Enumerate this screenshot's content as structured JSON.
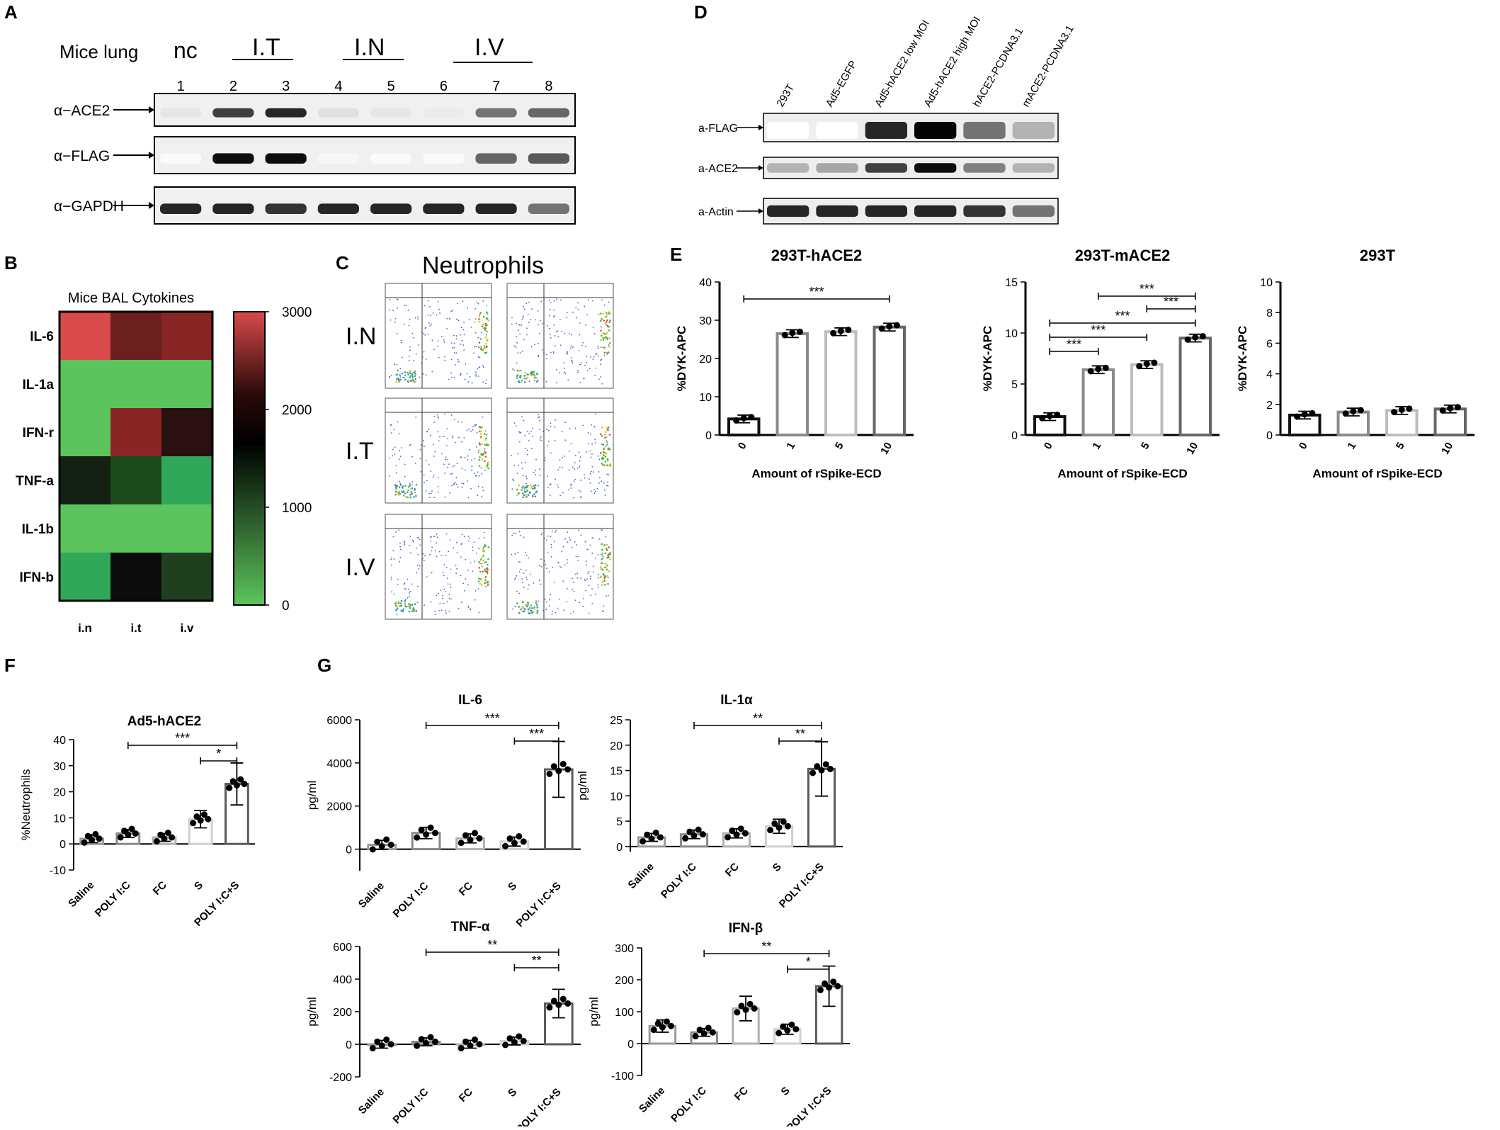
{
  "panel_letters": {
    "A": "A",
    "B": "B",
    "C": "C",
    "D": "D",
    "E": "E",
    "F": "F",
    "G": "G"
  },
  "panelA": {
    "row_title": "Mice lung",
    "groups": [
      "nc",
      "I.T",
      "I.N",
      "I.V"
    ],
    "lanes": [
      "1",
      "2",
      "3",
      "4",
      "5",
      "6",
      "7",
      "8"
    ],
    "blots": [
      "α−ACE2",
      "α−FLAG",
      "α−GAPDH"
    ],
    "band_intensity": {
      "ACE2": [
        0.1,
        0.75,
        0.85,
        0.12,
        0.1,
        0.08,
        0.55,
        0.6
      ],
      "FLAG": [
        0.02,
        0.95,
        0.95,
        0.03,
        0.02,
        0.02,
        0.6,
        0.65
      ],
      "GAPDH": [
        0.85,
        0.85,
        0.8,
        0.85,
        0.85,
        0.85,
        0.85,
        0.55
      ]
    }
  },
  "panelB": {
    "title": "Mice BAL Cytokines",
    "rows": [
      "IL-6",
      "IL-1a",
      "IFN-r",
      "TNF-a",
      "IL-1b",
      "IFN-b"
    ],
    "cols": [
      "i.n",
      "i.t",
      "i.v"
    ],
    "scale_ticks": [
      "3000",
      "2000",
      "1000",
      "0"
    ],
    "colors": [
      [
        "#d94a4a",
        "#6b1f1f",
        "#8a2525"
      ],
      [
        "#5cc45c",
        "#5cc45c",
        "#5cc45c"
      ],
      [
        "#5cc45c",
        "#8a2525",
        "#2a1010"
      ],
      [
        "#132013",
        "#1d4a1d",
        "#2fa85a"
      ],
      [
        "#5cc45c",
        "#5cc45c",
        "#5cc45c"
      ],
      [
        "#2fa85a",
        "#0c0c0c",
        "#1f3f1f"
      ]
    ]
  },
  "panelC": {
    "title": "Neutrophils",
    "rows": [
      "I.N",
      "I.T",
      "I.V"
    ]
  },
  "panelD": {
    "lanes": [
      "293T",
      "Ad5-EGFP",
      "Ad5-hACE2 low MOI",
      "Ad5-hACE2 high MOI",
      "hACE2-PCDNA3.1",
      "mACE2-PCDNA3.1"
    ],
    "blots": [
      "a-FLAG",
      "a-ACE2",
      "a-Actin"
    ],
    "band_intensity": {
      "FLAG": [
        0.0,
        0.0,
        0.85,
        0.98,
        0.55,
        0.3
      ],
      "ACE2": [
        0.3,
        0.35,
        0.75,
        0.95,
        0.5,
        0.3
      ],
      "Actin": [
        0.85,
        0.85,
        0.85,
        0.85,
        0.8,
        0.55
      ]
    }
  },
  "chart_data": [
    {
      "type": "bar",
      "panel": "E",
      "title": "293T-hACE2",
      "xlabel": "Amount of rSpike-ECD",
      "ylabel": "%DYK-APC",
      "categories": [
        "0",
        "1",
        "5",
        "10"
      ],
      "values": [
        4.2,
        26.5,
        27.0,
        28.2
      ],
      "ylim": [
        0,
        40
      ],
      "yticks": [
        "0",
        "10",
        "20",
        "30",
        "40"
      ],
      "significance": [
        {
          "label": "***"
        }
      ]
    },
    {
      "type": "bar",
      "panel": "E",
      "title": "293T-mACE2",
      "xlabel": "Amount of rSpike-ECD",
      "ylabel": "%DYK-APC",
      "categories": [
        "0",
        "1",
        "5",
        "10"
      ],
      "values": [
        1.8,
        6.4,
        6.9,
        9.5
      ],
      "ylim": [
        0,
        15
      ],
      "yticks": [
        "0",
        "5",
        "10",
        "15"
      ],
      "significance": [
        {
          "label": "***"
        },
        {
          "label": "***"
        },
        {
          "label": "***"
        },
        {
          "label": "***"
        },
        {
          "label": "***"
        }
      ]
    },
    {
      "type": "bar",
      "panel": "E",
      "title": "293T",
      "xlabel": "Amount of rSpike-ECD",
      "ylabel": "%DYK-APC",
      "categories": [
        "0",
        "1",
        "5",
        "10"
      ],
      "values": [
        1.3,
        1.5,
        1.6,
        1.7
      ],
      "ylim": [
        0,
        10
      ],
      "yticks": [
        "0",
        "2",
        "4",
        "6",
        "8",
        "10"
      ]
    },
    {
      "type": "bar",
      "panel": "F",
      "title": "Ad5-hACE2",
      "ylabel": "%Neutrophils",
      "categories": [
        "Saline",
        "POLY I:C",
        "FC",
        "S",
        "POLY I:C+S"
      ],
      "values": [
        2,
        4,
        2.5,
        9.5,
        23
      ],
      "ylim": [
        -10,
        40
      ],
      "yticks": [
        "-10",
        "0",
        "10",
        "20",
        "30",
        "40"
      ],
      "significance": [
        {
          "label": "***"
        },
        {
          "label": "*"
        }
      ]
    },
    {
      "type": "bar",
      "panel": "G",
      "title": "IL-6",
      "ylabel": "pg/ml",
      "categories": [
        "Saline",
        "POLY I:C",
        "FC",
        "S",
        "POLY I:C+S"
      ],
      "values": [
        200,
        750,
        500,
        350,
        3700
      ],
      "ylim": [
        -1000,
        6000
      ],
      "yticks": [
        "0",
        "2000",
        "4000",
        "6000"
      ],
      "significance": [
        {
          "label": "***"
        },
        {
          "label": "***"
        }
      ]
    },
    {
      "type": "bar",
      "panel": "G",
      "title": "IL-1α",
      "ylabel": "pg/ml",
      "categories": [
        "Saline",
        "POLY I:C",
        "FC",
        "S",
        "POLY I:C+S"
      ],
      "values": [
        1.8,
        2.4,
        2.6,
        4.0,
        15.3
      ],
      "ylim": [
        -1,
        25
      ],
      "yticks": [
        "0",
        "5",
        "10",
        "15",
        "20",
        "25"
      ],
      "significance": [
        {
          "label": "**"
        },
        {
          "label": "**"
        }
      ]
    },
    {
      "type": "bar",
      "panel": "G",
      "title": "TNF-α",
      "ylabel": "pg/ml",
      "categories": [
        "Saline",
        "POLY I:C",
        "FC",
        "S",
        "POLY I:C+S"
      ],
      "values": [
        0,
        15,
        0,
        20,
        250
      ],
      "ylim": [
        -200,
        600
      ],
      "yticks": [
        "-200",
        "0",
        "200",
        "400",
        "600"
      ],
      "significance": [
        {
          "label": "**"
        },
        {
          "label": "**"
        }
      ]
    },
    {
      "type": "bar",
      "panel": "G",
      "title": "IFN-β",
      "ylabel": "pg/ml",
      "categories": [
        "Saline",
        "POLY I:C",
        "FC",
        "S",
        "POLY I:C+S"
      ],
      "values": [
        55,
        35,
        110,
        45,
        180
      ],
      "ylim": [
        -100,
        300
      ],
      "yticks": [
        "-100",
        "0",
        "100",
        "200",
        "300"
      ],
      "significance": [
        {
          "label": "**"
        },
        {
          "label": "*"
        }
      ]
    }
  ]
}
